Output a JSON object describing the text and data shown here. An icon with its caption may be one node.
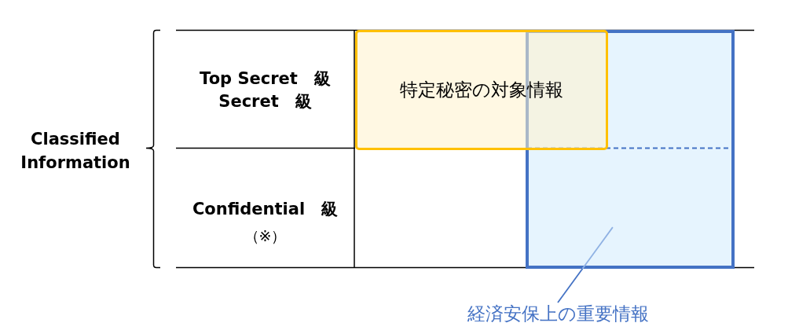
{
  "diagram": {
    "nodes": [
      {
        "text": [
          "特定秘密の対象情報"
        ]
      },
      {
        "text": [],
        "shape": "box"
      },
      {
        "text": [
          "経済安保上の重要情報"
        ]
      }
    ],
    "edges": [
      {
        "from": 2,
        "to": 1,
        "arrow": "none"
      }
    ],
    "labels": [
      "Classified Information",
      "Top Secret　級",
      "Secret　級",
      "Confidential　級",
      "（※）"
    ]
  }
}
